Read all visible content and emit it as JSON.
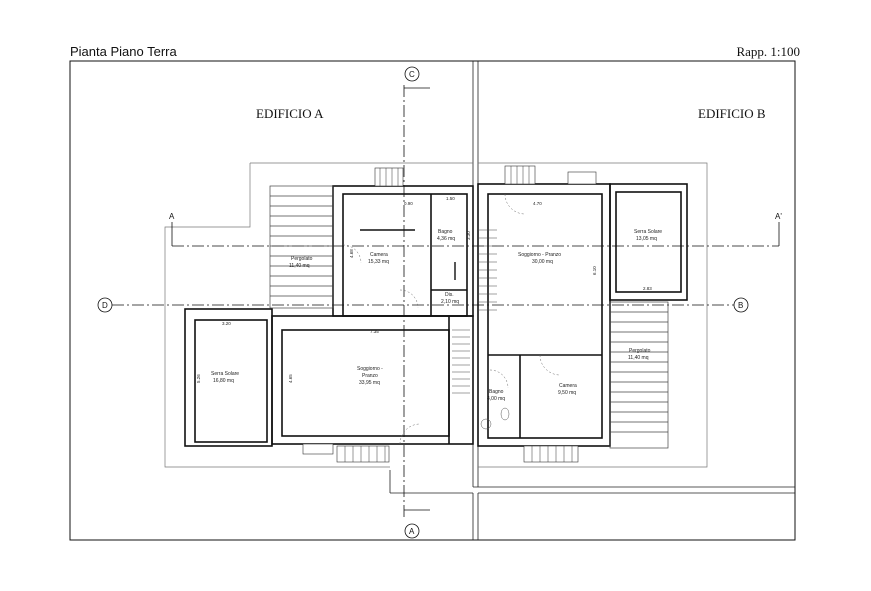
{
  "header": {
    "title": "Pianta Piano Terra",
    "scale": "Rapp. 1:100"
  },
  "buildings": {
    "a": "EDIFICIO A",
    "b": "EDIFICIO B"
  },
  "sections": {
    "a_left": "A",
    "a_right": "A'",
    "a_bottom": "A",
    "c_top": "C",
    "d_left": "D",
    "b_right": "B"
  },
  "rooms": {
    "pergolato_a": {
      "name": "Pergolato",
      "area": "11,40 mq"
    },
    "camera_a": {
      "name": "Camera",
      "area": "15,33 mq"
    },
    "bagno_a": {
      "name": "Bagno",
      "area": "4,36 mq"
    },
    "dis_a": {
      "name": "Dis.",
      "area": "2,10 mq"
    },
    "serra_a": {
      "name": "Serra Solare",
      "area": "16,80 mq"
    },
    "soggiorno_a": {
      "name": "Soggiorno -",
      "name2": "Pranzo",
      "area": "33,95 mq"
    },
    "soggiorno_b": {
      "name": "Soggiorno - Pranzo",
      "area": "30,00 mq"
    },
    "serra_b": {
      "name": "Serra Solare",
      "area": "13,05 mq"
    },
    "pergolato_b": {
      "name": "Pergolato",
      "area": "11,40 mq"
    },
    "camera_b": {
      "name": "Camera",
      "area": "9,50 mq"
    },
    "bagno_b": {
      "name": "Bagno",
      "area": "4,00 mq"
    }
  },
  "dimensions": {
    "d_090": "0.90",
    "d_150": "1.50",
    "d_470": "4.70",
    "d_320": "3.20",
    "d_735": "7.35",
    "d_283": "2.83",
    "d_330": "3.30",
    "d_610": "6.10",
    "d_465": "4.65",
    "d_526": "5.26",
    "d_468": "4.68"
  }
}
